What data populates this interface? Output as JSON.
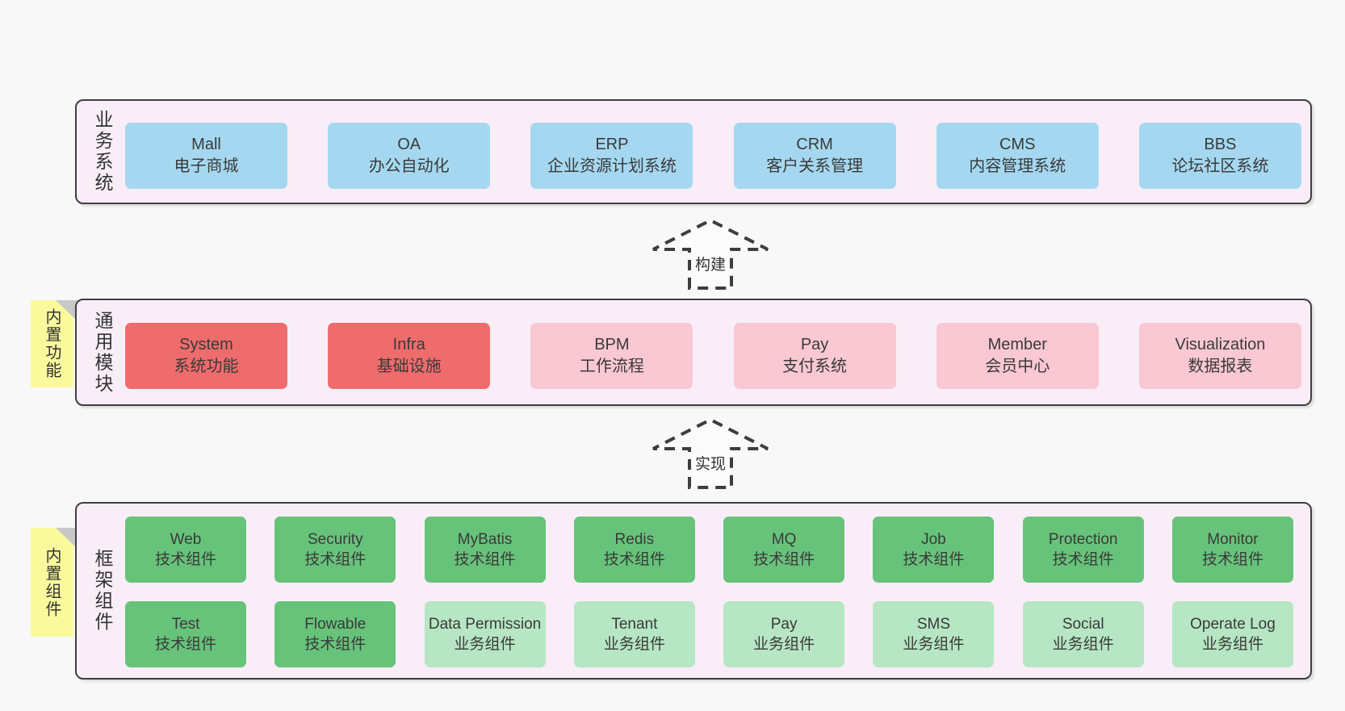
{
  "colors": {
    "page_bg": "#f8f8f8",
    "band_bg": "#f9eef8",
    "band_border": "#3f3f3f",
    "blue_box": "#a5d8f0",
    "red_box": "#ef6c6c",
    "pink_box": "#f9c8d2",
    "green_dark": "#67c37a",
    "green_light": "#b6e6c3",
    "sticky_bg": "#fafa9c",
    "sticky_fold": "#c8c8c8",
    "text": "#3a3a3a",
    "arrow": "#3d3d3d"
  },
  "bands": {
    "business": {
      "label": "业务系统",
      "items": [
        {
          "name": "Mall",
          "desc": "电子商城"
        },
        {
          "name": "OA",
          "desc": "办公自动化"
        },
        {
          "name": "ERP",
          "desc": "企业资源计划系统"
        },
        {
          "name": "CRM",
          "desc": "客户关系管理"
        },
        {
          "name": "CMS",
          "desc": "内容管理系统"
        },
        {
          "name": "BBS",
          "desc": "论坛社区系统"
        }
      ]
    },
    "modules": {
      "label": "通用模块",
      "sticky": "内置功能",
      "items": [
        {
          "name": "System",
          "desc": "系统功能"
        },
        {
          "name": "Infra",
          "desc": "基础设施"
        },
        {
          "name": "BPM",
          "desc": "工作流程"
        },
        {
          "name": "Pay",
          "desc": "支付系统"
        },
        {
          "name": "Member",
          "desc": "会员中心"
        },
        {
          "name": "Visualization",
          "desc": "数据报表"
        }
      ]
    },
    "components": {
      "label": "框架组件",
      "sticky": "内置组件",
      "row1": [
        {
          "name": "Web",
          "desc": "技术组件"
        },
        {
          "name": "Security",
          "desc": "技术组件"
        },
        {
          "name": "MyBatis",
          "desc": "技术组件"
        },
        {
          "name": "Redis",
          "desc": "技术组件"
        },
        {
          "name": "MQ",
          "desc": "技术组件"
        },
        {
          "name": "Job",
          "desc": "技术组件"
        },
        {
          "name": "Protection",
          "desc": "技术组件"
        },
        {
          "name": "Monitor",
          "desc": "技术组件"
        }
      ],
      "row2": [
        {
          "name": "Test",
          "desc": "技术组件"
        },
        {
          "name": "Flowable",
          "desc": "技术组件"
        },
        {
          "name": "Data Permission",
          "desc": "业务组件"
        },
        {
          "name": "Tenant",
          "desc": "业务组件"
        },
        {
          "name": "Pay",
          "desc": "业务组件"
        },
        {
          "name": "SMS",
          "desc": "业务组件"
        },
        {
          "name": "Social",
          "desc": "业务组件"
        },
        {
          "name": "Operate Log",
          "desc": "业务组件"
        }
      ]
    }
  },
  "arrows": {
    "build": {
      "label": "构建"
    },
    "implement": {
      "label": "实现"
    }
  }
}
